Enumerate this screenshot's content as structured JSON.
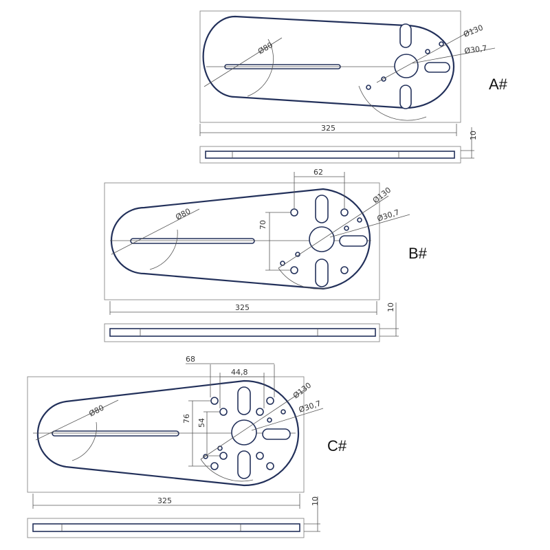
{
  "drawings": [
    {
      "id": "A",
      "label": "A#",
      "dims": {
        "phi80": "Ø80",
        "phi130": "Ø130",
        "phi30": "Ø30,7",
        "length": "325",
        "thickness": "10"
      }
    },
    {
      "id": "B",
      "label": "B#",
      "dims": {
        "phi80": "Ø80",
        "phi130": "Ø130",
        "phi30": "Ø30,7",
        "length": "325",
        "thickness": "10",
        "w62": "62",
        "h70": "70"
      }
    },
    {
      "id": "C",
      "label": "C#",
      "dims": {
        "phi80": "Ø80",
        "phi130": "Ø130",
        "phi30": "Ø30,7",
        "length": "325",
        "thickness": "10",
        "w68": "68",
        "w448": "44,8",
        "h76": "76",
        "h54": "54"
      }
    }
  ],
  "colors": {
    "outline": "#22305a",
    "dimension": "#555555"
  }
}
